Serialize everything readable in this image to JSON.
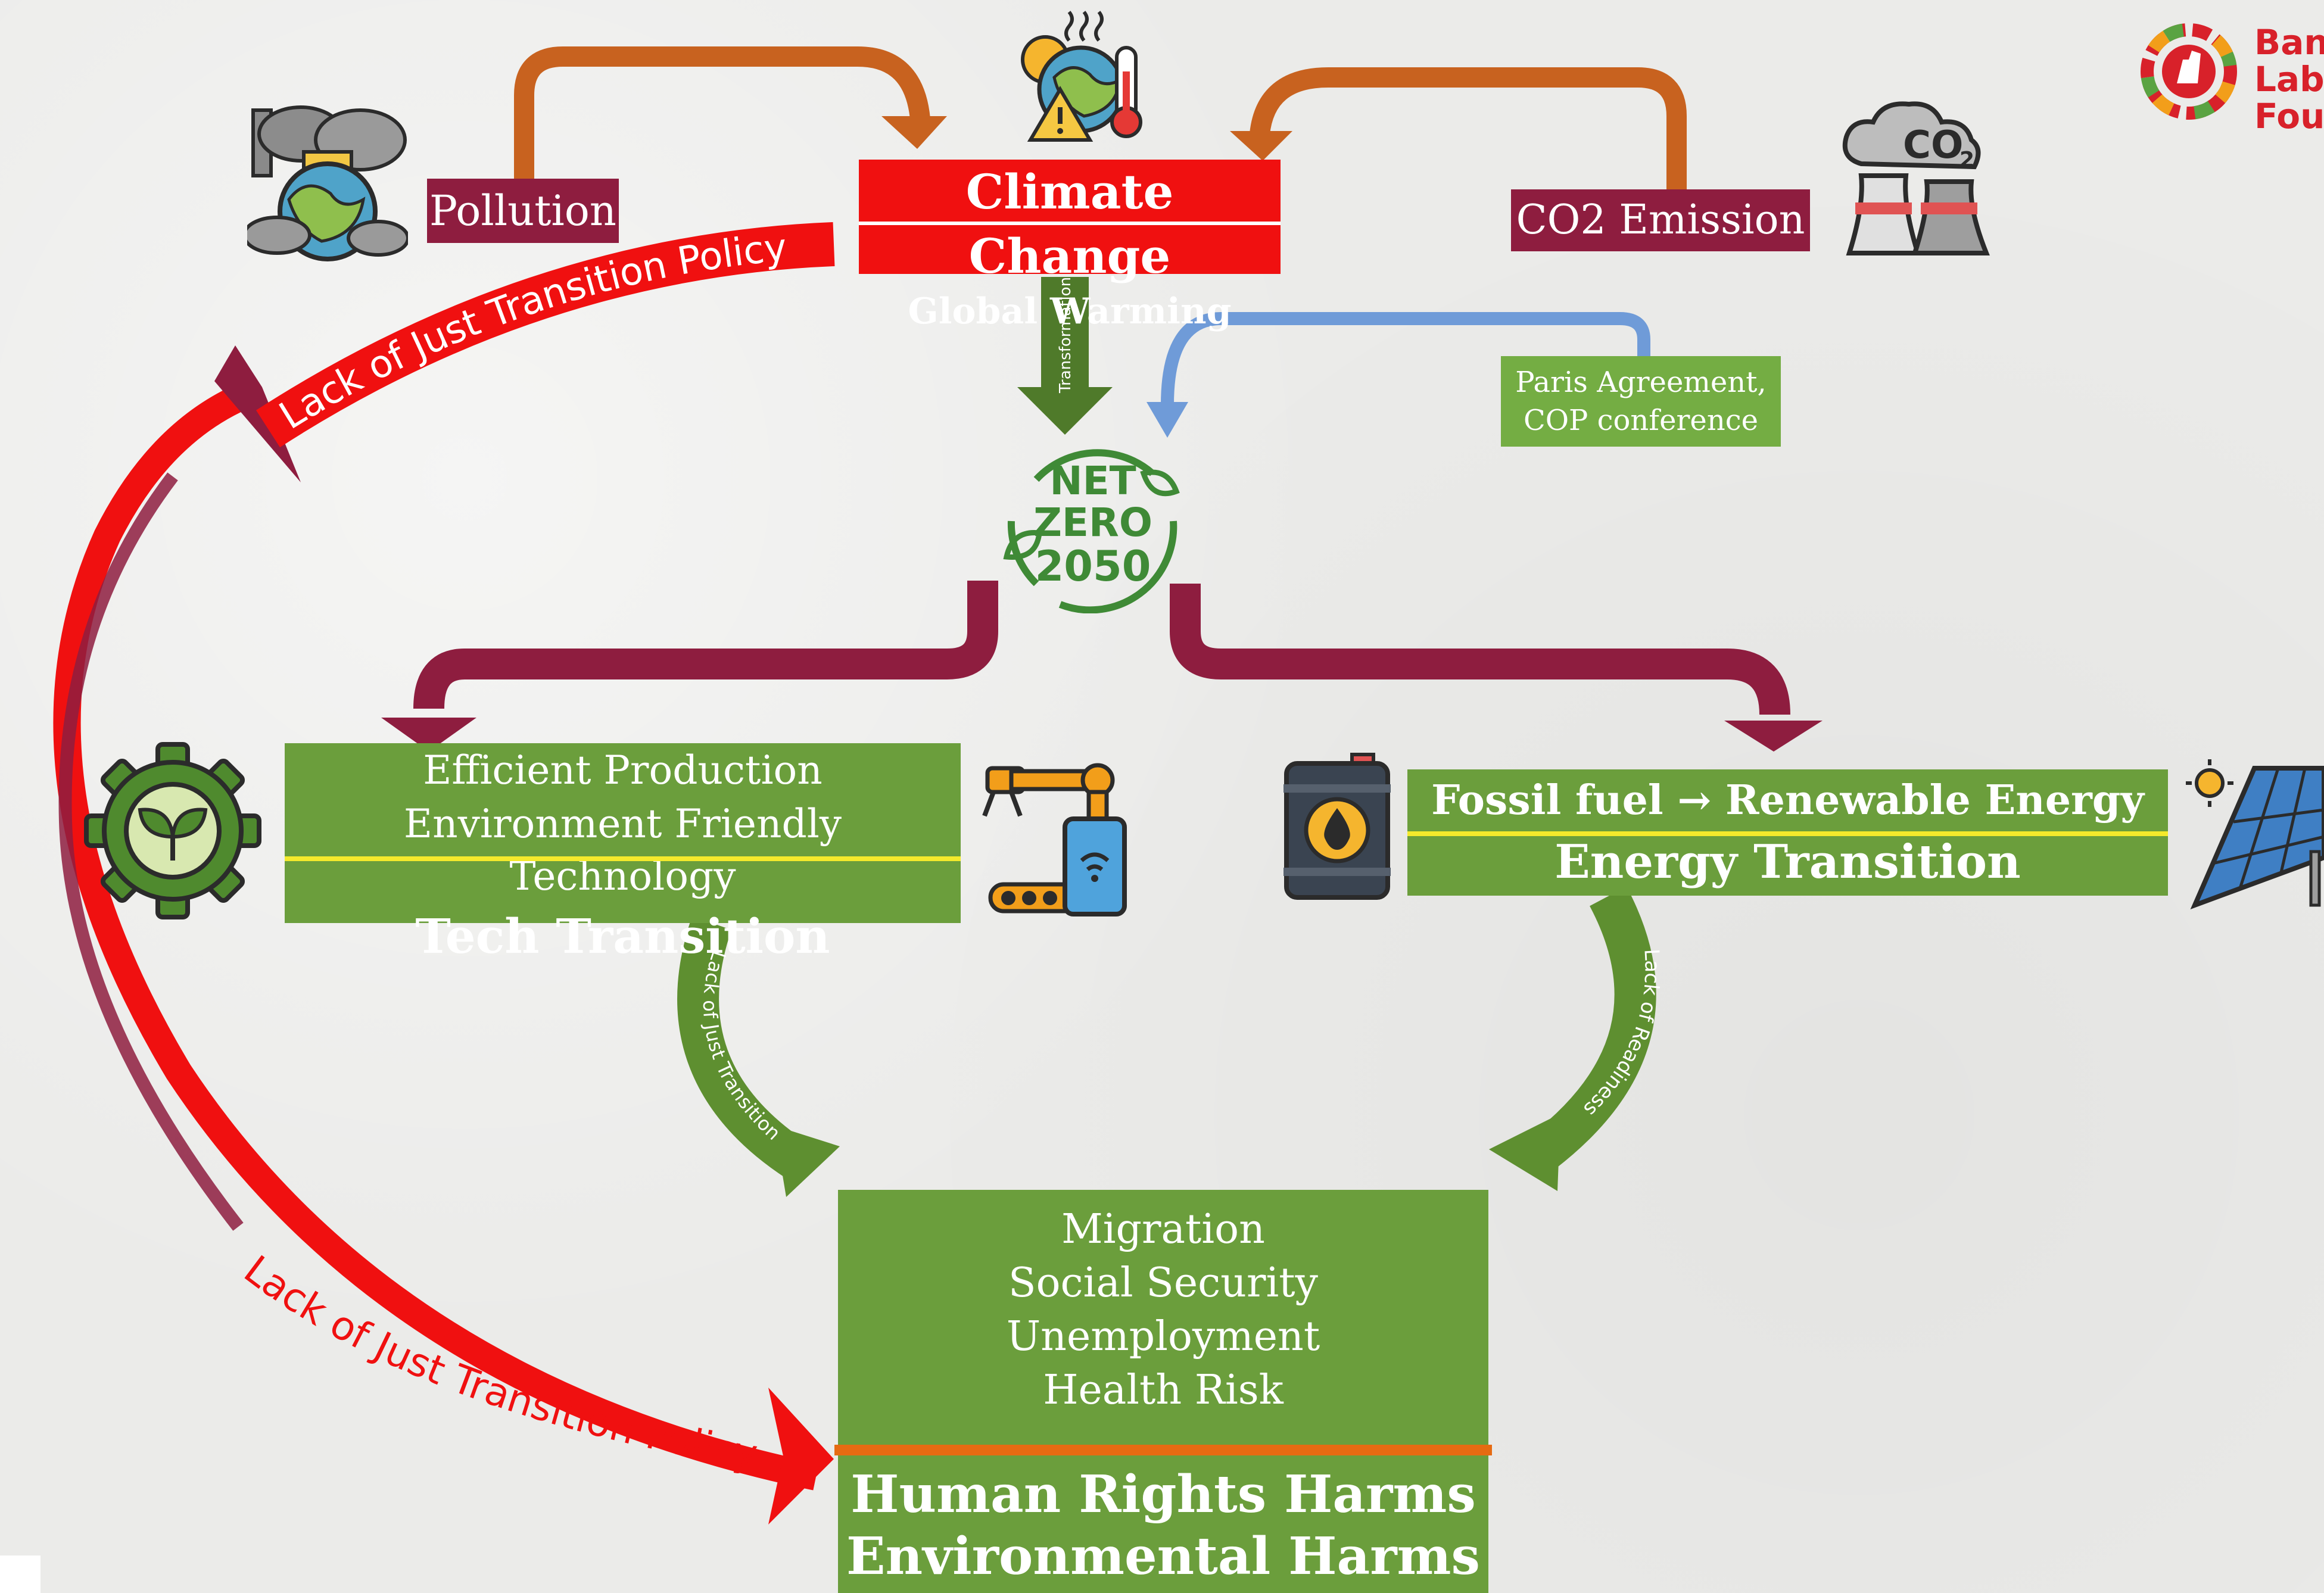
{
  "logo": {
    "lines": [
      "Bang",
      "Labou",
      "Foun"
    ]
  },
  "nodes": {
    "pollution": "Pollution",
    "climate_title": "Climate Change",
    "climate_subtitle": "Global Warming",
    "co2_emission": "CO2 Emission",
    "transformation": "Transformation",
    "paris_line1": "Paris Agreement,",
    "paris_line2": "COP conference",
    "netzero_line1": "NET",
    "netzero_line2": "ZERO",
    "netzero_line3": "2050",
    "tech_line1": "Efficient Production",
    "tech_line2": "Environment Friendly Technology",
    "tech_title": "Tech Transition",
    "energy_line1": "Fossil fuel → Renewable Energy",
    "energy_title": "Energy Transition",
    "impacts": [
      "Migration",
      "Social Security",
      "Unemployment",
      "Health Risk"
    ],
    "harms_line1": "Human Rights Harms",
    "harms_line2": "Environmental Harms"
  },
  "edge_labels": {
    "lack_policy_top": "Lack of Just Transition Policy",
    "lack_policy_bottom": "Lack of Just Transition Policy",
    "lack_just_transition": "Lack of Just Transition",
    "lack_readiness": "Lack of Readiness"
  },
  "icons": {
    "pollution": "polluted-earth-icon",
    "climate": "hot-earth-thermometer-icon",
    "co2": "co2-cooling-tower-icon",
    "netzero": "net-zero-circle-icon",
    "tech": "eco-gear-icon",
    "robot": "robot-arm-phone-icon",
    "fuel": "oil-barrel-icon",
    "solar": "solar-panel-icon"
  },
  "colors": {
    "maroon": "#8e1d3f",
    "red": "#f01010",
    "green": "#6b9e3c",
    "orange_arrow": "#c8621f",
    "blue_arrow": "#6f9bd8",
    "dark_green_arrow": "#4f7a2a"
  }
}
